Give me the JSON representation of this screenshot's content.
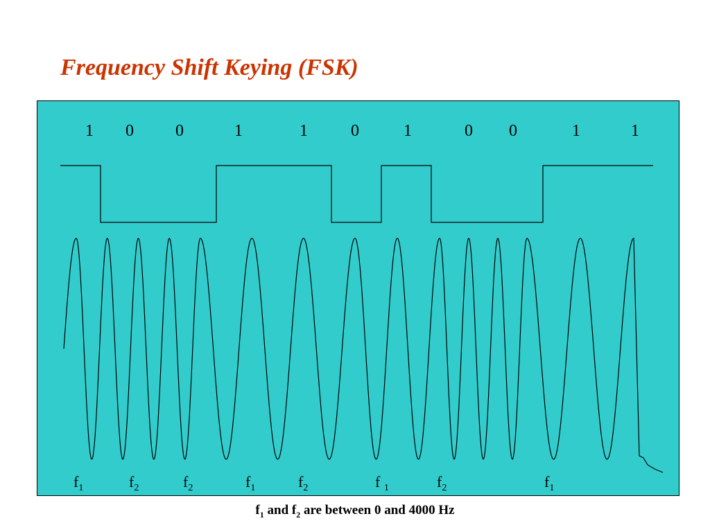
{
  "title": "Frequency Shift Keying (FSK)",
  "bits": [
    "1",
    "0",
    "0",
    "1",
    "1",
    "0",
    "1",
    "0",
    "0",
    "1",
    "1"
  ],
  "frequency_labels": [
    {
      "base": "f",
      "sub": "1"
    },
    {
      "base": "f",
      "sub": "2"
    },
    {
      "base": "f",
      "sub": "2"
    },
    {
      "base": "f",
      "sub": "1"
    },
    {
      "base": "f",
      "sub": "2"
    },
    {
      "base": "f ",
      "sub": "1"
    },
    {
      "base": "f",
      "sub": "2"
    },
    {
      "base": "f",
      "sub": "1"
    }
  ],
  "caption": {
    "p1": "f",
    "s1": "1",
    "p2": " and f",
    "s2": "2",
    "p3": " are between 0 and 4000 Hz"
  },
  "colors": {
    "title": "#cc3300",
    "panel_background": "#33cccc",
    "line": "#000000"
  }
}
